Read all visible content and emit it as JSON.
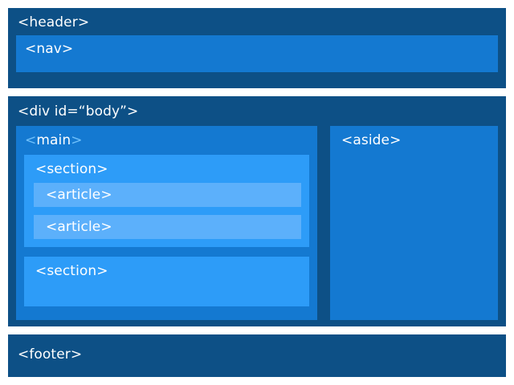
{
  "diagram": {
    "type": "html5-semantic-layout",
    "background_color": "#ffffff",
    "colors": {
      "level_dark": "#0d5086",
      "level_mid": "#1479d1",
      "level_light": "#2d9cf8",
      "level_pale": "#5cb0fb",
      "text": "#ffffff",
      "main_bracket": "#6fc0fb"
    }
  },
  "header": {
    "label": "<header>",
    "nav": {
      "label": "<nav>"
    }
  },
  "body_div": {
    "label": "<div id=“body”>",
    "main": {
      "label_open_bracket": "<",
      "label_text": "main",
      "label_close_bracket": ">",
      "sections": [
        {
          "label": "<section>",
          "articles": [
            {
              "label": "<article>"
            },
            {
              "label": "<article>"
            }
          ]
        },
        {
          "label": "<section>",
          "articles": []
        }
      ]
    },
    "aside": {
      "label": "<aside>"
    }
  },
  "footer": {
    "label": "<footer>"
  }
}
